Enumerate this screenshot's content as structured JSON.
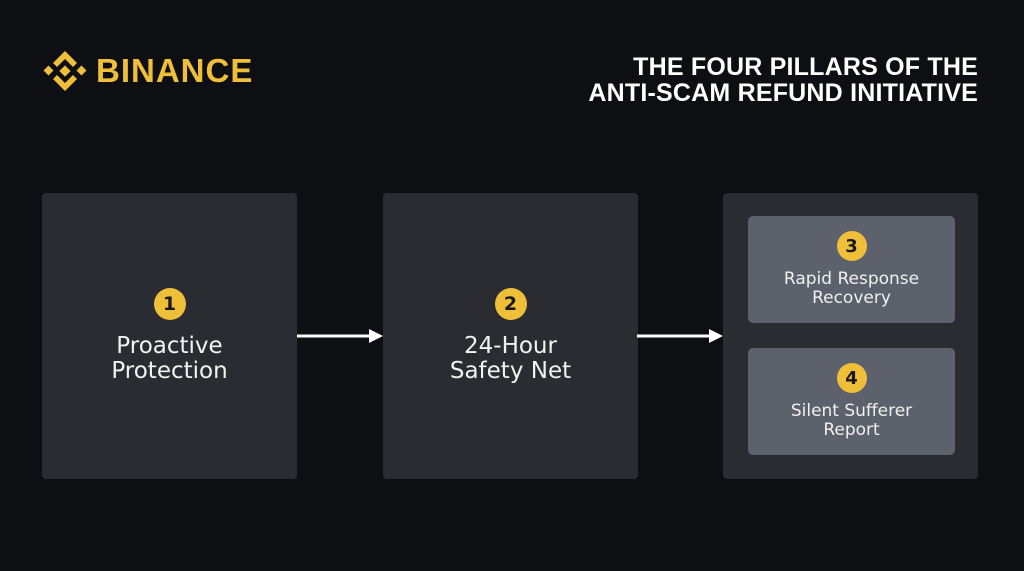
{
  "brand": {
    "name": "BINANCE",
    "color": "#efbf3a"
  },
  "title": {
    "line1": "THE FOUR PILLARS OF THE",
    "line2": "ANTI-SCAM REFUND INITIATIVE"
  },
  "pillars": [
    {
      "number": "1",
      "line1": "Proactive",
      "line2": "Protection"
    },
    {
      "number": "2",
      "line1": "24-Hour",
      "line2": "Safety Net"
    },
    {
      "number": "3",
      "line1": "Rapid Response",
      "line2": "Recovery"
    },
    {
      "number": "4",
      "line1": "Silent Sufferer",
      "line2": "Report"
    }
  ]
}
